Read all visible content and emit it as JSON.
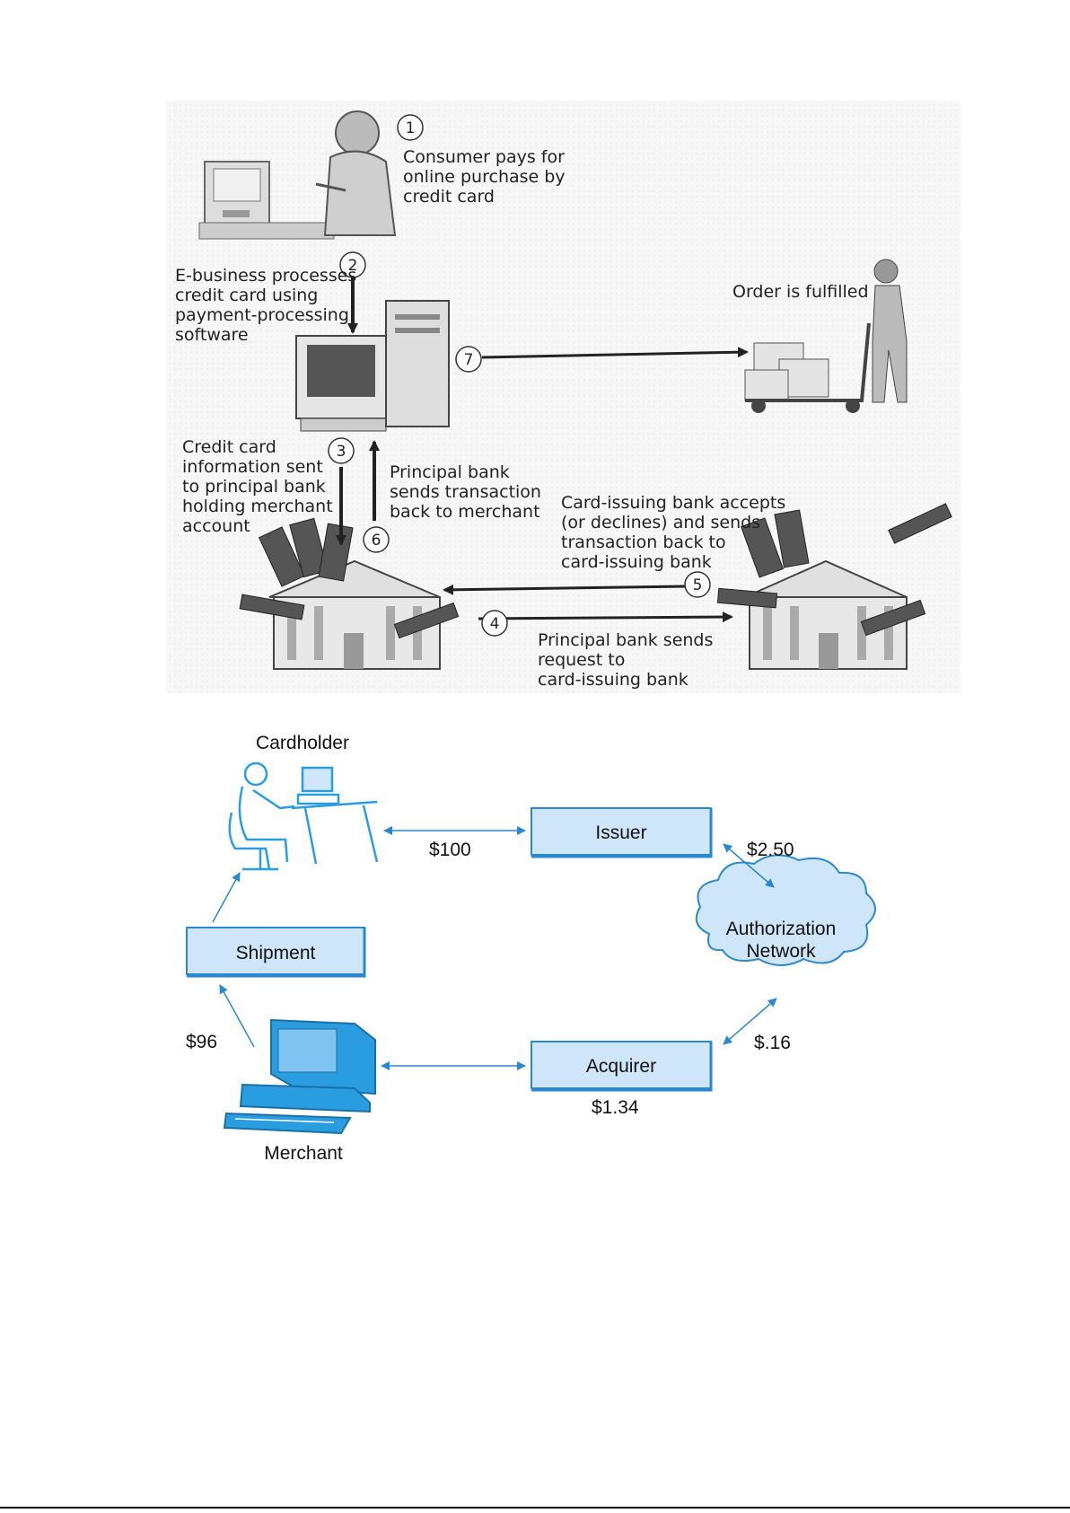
{
  "top_diagram": {
    "steps": [
      {
        "num": "1",
        "lines": [
          "Consumer pays for",
          "online purchase by",
          "credit card"
        ]
      },
      {
        "num": "2",
        "lines": [
          "E-business processes",
          "credit card using",
          "payment-processing",
          "software"
        ]
      },
      {
        "num": "3",
        "lines": [
          "Credit card",
          "information sent",
          "to principal bank",
          "holding merchant",
          "account"
        ]
      },
      {
        "num": "4",
        "lines": [
          "Principal bank sends",
          "request to",
          "card-issuing bank"
        ]
      },
      {
        "num": "5",
        "lines": [
          "Card-issuing bank accepts",
          "(or declines) and sends",
          "transaction back to",
          "card-issuing bank"
        ]
      },
      {
        "num": "6",
        "lines": [
          "Principal bank",
          "sends transaction",
          "back to merchant"
        ]
      },
      {
        "num": "7",
        "lines": [
          "Order is fulfilled"
        ]
      }
    ]
  },
  "bottom_diagram": {
    "nodes": {
      "cardholder": "Cardholder",
      "issuer": "Issuer",
      "authorization_network": [
        "Authorization",
        "Network"
      ],
      "shipment": "Shipment",
      "acquirer": "Acquirer",
      "merchant": "Merchant"
    },
    "amounts": {
      "cardholder_issuer": "$100",
      "issuer_network": "$2.50",
      "merchant_shipment": "$96",
      "network_acquirer": "$.16",
      "acquirer": "$1.34"
    },
    "colors": {
      "box_fill": "#cfe6fa",
      "box_border": "#2a88d0",
      "line_blue": "#2a88d0",
      "cloud_fill": "#cfe6fa",
      "icon_blue": "#2a9de0"
    }
  }
}
